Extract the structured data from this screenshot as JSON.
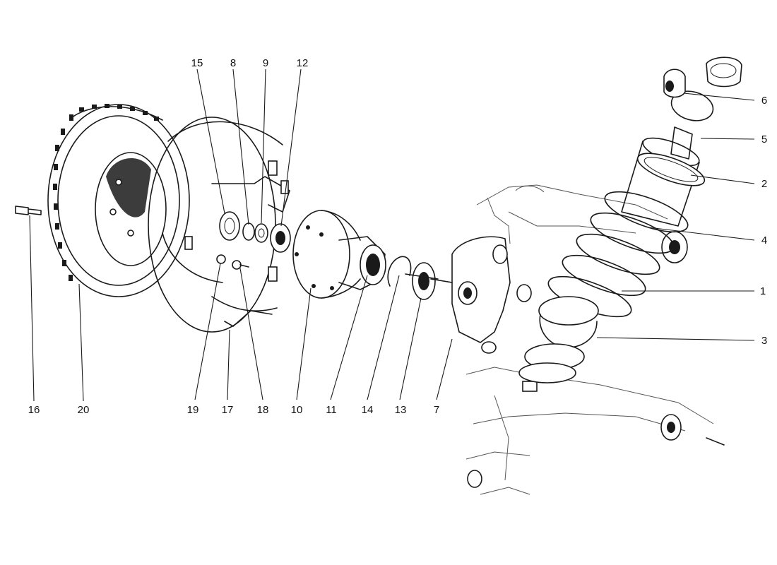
{
  "callouts": [
    {
      "number": "15"
    },
    {
      "number": "8"
    },
    {
      "number": "9"
    },
    {
      "number": "12"
    },
    {
      "number": "6"
    },
    {
      "number": "5"
    },
    {
      "number": "2"
    },
    {
      "number": "4"
    },
    {
      "number": "1"
    },
    {
      "number": "3"
    },
    {
      "number": "16"
    },
    {
      "number": "20"
    },
    {
      "number": "19"
    },
    {
      "number": "17"
    },
    {
      "number": "18"
    },
    {
      "number": "10"
    },
    {
      "number": "11"
    },
    {
      "number": "14"
    },
    {
      "number": "13"
    },
    {
      "number": "7"
    }
  ]
}
